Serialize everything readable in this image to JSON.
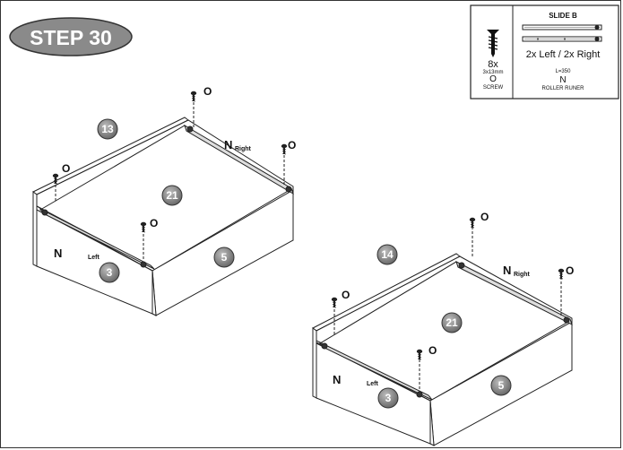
{
  "step_badge": {
    "label": "STEP 30"
  },
  "legend": {
    "slide_title": "SLIDE B",
    "screw_qty": "8x",
    "screw_size": "3x13mm",
    "screw_code": "O",
    "screw_name": "SCREW",
    "slide_qty": "2x Left / 2x Right",
    "slide_length": "L=350",
    "slide_code": "N",
    "slide_name": "ROLLER RUNER"
  },
  "drawer_left": {
    "side_part": "13",
    "bottom_part": "21",
    "front_part": "5",
    "back_part": "3",
    "slide_left_code": "N",
    "slide_left_label": "Left",
    "slide_right_code": "N",
    "slide_right_label": "Right",
    "screw_code": "O"
  },
  "drawer_right": {
    "side_part": "14",
    "bottom_part": "21",
    "front_part": "5",
    "back_part": "3",
    "slide_left_code": "N",
    "slide_left_label": "Left",
    "slide_right_code": "N",
    "slide_right_label": "Right",
    "screw_code": "O"
  }
}
